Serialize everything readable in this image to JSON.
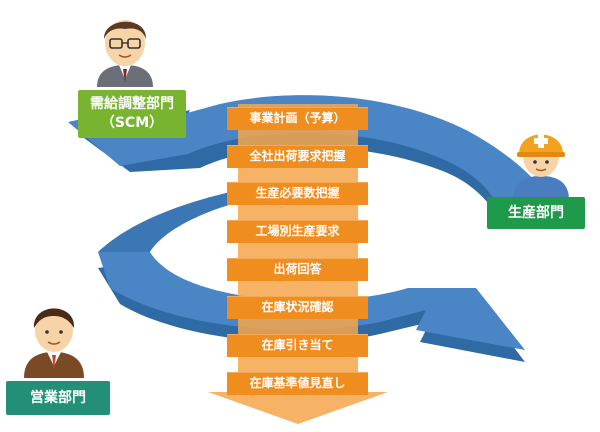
{
  "departments": {
    "scm": {
      "line1": "需給調整部門",
      "line2": "（SCM）",
      "color": "#78b430"
    },
    "production": {
      "label": "生産部門",
      "color": "#1e9a4a"
    },
    "sales": {
      "label": "営業部門",
      "color": "#228f76"
    }
  },
  "process_steps": [
    "事業計画（予算）",
    "全社出荷要求把握",
    "生産必要数把握",
    "工場別生産要求",
    "出荷回答",
    "在庫状況確認",
    "在庫引き当て",
    "在庫基準値見直し"
  ],
  "colors": {
    "cycle_arrow": "#4a86c5",
    "cycle_arrow_dark": "#2f6aa5",
    "step_box": "#f08d1f",
    "flow_arrow": "#f5a64a"
  },
  "icons": [
    "manager-person-icon",
    "worker-with-helmet-icon",
    "salesperson-icon"
  ]
}
